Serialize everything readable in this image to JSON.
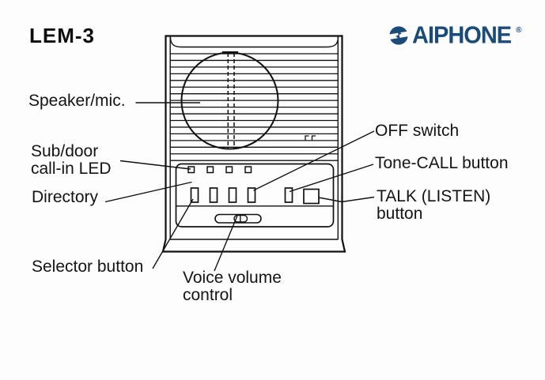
{
  "header": {
    "model": "LEM-3",
    "brand": {
      "name": "AIPHONE",
      "registered_mark": "®",
      "color_hex": "#1b4b78"
    }
  },
  "colors": {
    "brand_navy": "#1b4b78",
    "line_ink": "#111111"
  },
  "diagram": {
    "description": "Labeled front view of LEM-3 intercom master station",
    "callouts": [
      {
        "id": "speaker-mic",
        "label": "Speaker/mic."
      },
      {
        "id": "sub-door-call-in-led",
        "label": "Sub/door\ncall-in LED"
      },
      {
        "id": "directory",
        "label": "Directory"
      },
      {
        "id": "selector-button",
        "label": "Selector button"
      },
      {
        "id": "voice-volume-control",
        "label": "Voice volume\ncontrol"
      },
      {
        "id": "off-switch",
        "label": "OFF switch"
      },
      {
        "id": "tone-call-button",
        "label": "Tone-CALL button"
      },
      {
        "id": "talk-listen-button",
        "label": "TALK (LISTEN)\nbutton"
      }
    ]
  }
}
